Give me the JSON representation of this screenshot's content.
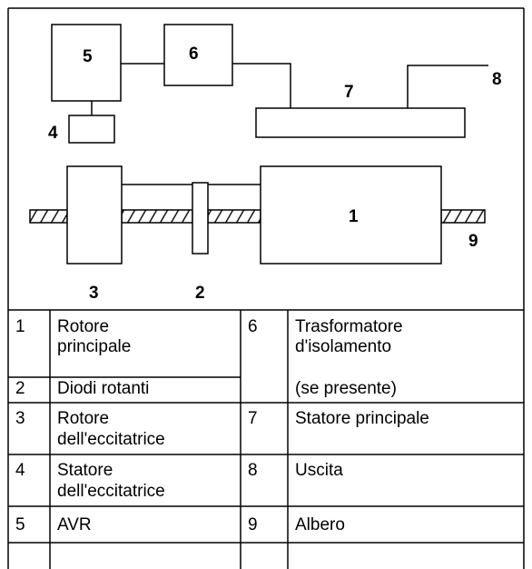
{
  "diagram": {
    "callouts": {
      "c1": "1",
      "c2": "2",
      "c3": "3",
      "c4": "4",
      "c5": "5",
      "c6": "6",
      "c7": "7",
      "c8": "8",
      "c9": "9"
    }
  },
  "legend": {
    "rows": [
      {
        "num": "1",
        "label_lines": [
          "Rotore",
          "principale"
        ]
      },
      {
        "num": "2",
        "label_lines": [
          "Diodi rotanti"
        ]
      },
      {
        "num": "3",
        "label_lines": [
          "Rotore",
          "dell'eccitatrice"
        ]
      },
      {
        "num": "4",
        "label_lines": [
          "Statore",
          "dell'eccitatrice"
        ]
      },
      {
        "num": "5",
        "label_lines": [
          "AVR"
        ]
      },
      {
        "num": "6",
        "label_lines": [
          "Trasformatore",
          "d'isolamento",
          "(se presente)"
        ]
      },
      {
        "num": "7",
        "label_lines": [
          "Statore principale"
        ]
      },
      {
        "num": "8",
        "label_lines": [
          "Uscita"
        ]
      },
      {
        "num": "9",
        "label_lines": [
          "Albero"
        ]
      }
    ]
  }
}
